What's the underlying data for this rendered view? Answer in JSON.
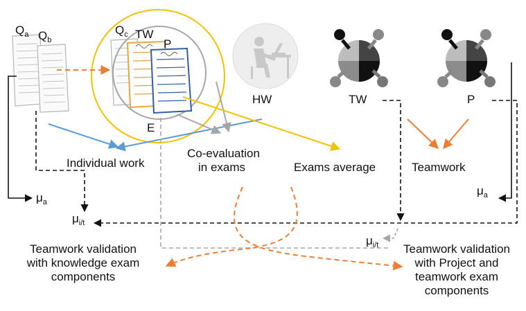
{
  "docs": {
    "qa": {
      "main": "Q",
      "sub": "a"
    },
    "qb": {
      "main": "Q",
      "sub": "b"
    },
    "qc": {
      "main": "Q",
      "sub": "c"
    },
    "tw": "TW",
    "p": "P",
    "e": "E"
  },
  "actors": {
    "hw": "HW",
    "tw": "TW",
    "p": "P"
  },
  "nodes": {
    "individual_work": "Individual work",
    "co_evaluation": [
      "Co-evaluation",
      "in exams"
    ],
    "exams_average": "Exams average",
    "teamwork": "Teamwork",
    "validation_knowledge": [
      "Teamwork validation",
      "with knowledge exam",
      "components"
    ],
    "validation_project": [
      "Teamwork validation",
      "with Project and",
      "teamwork exam",
      "components"
    ]
  },
  "mu": {
    "symbol": "μ",
    "a_sub": "a",
    "it_sub": "i/t"
  },
  "colors": {
    "blue": "#5b9bd5",
    "orange": "#ed7d31",
    "yellow": "#f2c200",
    "gray": "#a6a6a6",
    "black": "#111111"
  }
}
